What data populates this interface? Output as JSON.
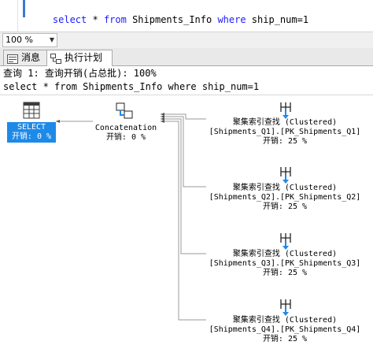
{
  "editor": {
    "sql": [
      {
        "t": "select",
        "kw": true
      },
      {
        "t": " * ",
        "kw": false
      },
      {
        "t": "from",
        "kw": true
      },
      {
        "t": " Shipments_Info ",
        "kw": false
      },
      {
        "t": "where",
        "kw": true
      },
      {
        "t": " ship_num=1",
        "kw": false
      }
    ]
  },
  "zoom": {
    "value": "100 %"
  },
  "tabs": [
    {
      "label": "消息",
      "icon": "messages-icon",
      "active": false
    },
    {
      "label": "执行计划",
      "icon": "execution-plan-icon",
      "active": true
    }
  ],
  "plan": {
    "header": "查询 1: 查询开销(占总批): 100%",
    "sql": "select * from Shipments_Info where ship_num=1",
    "select_node": {
      "name": "SELECT",
      "cost": "开销: 0 %",
      "icon": "select-result-icon"
    },
    "concat_node": {
      "name": "Concatenation",
      "cost": "开销: 0 %",
      "icon": "concatenation-icon"
    },
    "seeks": [
      {
        "op": "聚集索引查找 (Clustered)",
        "object": "[Shipments_Q1].[PK_Shipments_Q1]",
        "cost": "开销: 25 %",
        "icon": "clustered-index-seek-icon"
      },
      {
        "op": "聚集索引查找 (Clustered)",
        "object": "[Shipments_Q2].[PK_Shipments_Q2]",
        "cost": "开销: 25 %",
        "icon": "clustered-index-seek-icon"
      },
      {
        "op": "聚集索引查找 (Clustered)",
        "object": "[Shipments_Q3].[PK_Shipments_Q3]",
        "cost": "开销: 25 %",
        "icon": "clustered-index-seek-icon"
      },
      {
        "op": "聚集索引查找 (Clustered)",
        "object": "[Shipments_Q4].[PK_Shipments_Q4]",
        "cost": "开销: 25 %",
        "icon": "clustered-index-seek-icon"
      }
    ]
  },
  "colors": {
    "keyword": "#1a1aff",
    "selected_node": "#1e8ae8",
    "editor_bar": "#3a78d6"
  }
}
